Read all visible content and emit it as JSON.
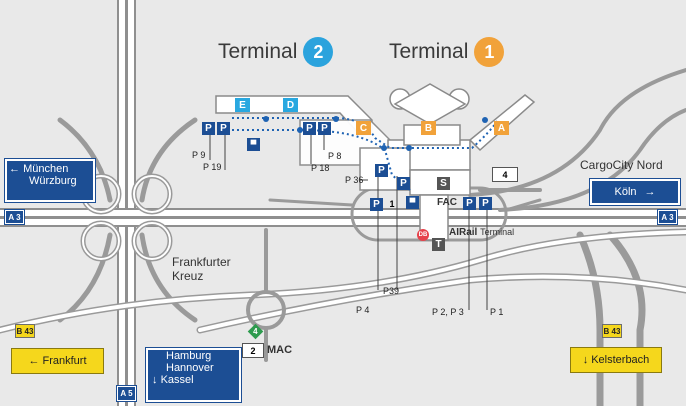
{
  "terminals": [
    {
      "name": "Terminal",
      "number": "2",
      "color": "#2ba3dd"
    },
    {
      "name": "Terminal",
      "number": "1",
      "color": "#f1a23a"
    }
  ],
  "gates": {
    "E": {
      "label": "E",
      "color": "#29a8e0"
    },
    "D": {
      "label": "D",
      "color": "#29a8e0"
    },
    "C": {
      "label": "C",
      "color": "#f1a23a"
    },
    "B": {
      "label": "B",
      "color": "#f1a23a"
    },
    "A": {
      "label": "A",
      "color": "#f1a23a"
    }
  },
  "parking": {
    "symbol": "P",
    "labels": {
      "p9": "P 9",
      "p19": "P 19",
      "p8": "P 8",
      "p18": "P 18",
      "p36": "P 36",
      "p39": "P39",
      "p4": "P 4",
      "p2p3": "P 2, P 3",
      "p1": "P 1"
    },
    "lot_number": "1"
  },
  "places": {
    "cargocity": "CargoCity Nord",
    "kreuz_line1": "Frankfurter",
    "kreuz_line2": "Kreuz",
    "fac": "FAC",
    "airrail": "AIRail",
    "airrail_suffix": "Terminal",
    "mac": "MAC",
    "mac_number": "2",
    "box4": "4",
    "s_symbol": "S",
    "t_symbol": "T",
    "db_symbol": "DB"
  },
  "roads": {
    "a3_left": "A 3",
    "a3_right": "A 3",
    "a5": "A 5",
    "b43_left": "B 43",
    "b43_right": "B 43",
    "exit4": "4"
  },
  "signs": {
    "muenchen_line1": "München",
    "muenchen_line2": "Würzburg",
    "koeln": "Köln",
    "hamburg_line1": "Hamburg",
    "hamburg_line2": "Hannover",
    "hamburg_line3": "Kassel",
    "frankfurt": "Frankfurt",
    "kelsterbach": "Kelsterbach",
    "arrow_left": "←",
    "arrow_right": "→",
    "arrow_down": "↓"
  },
  "colors": {
    "background": "#e9e9e9",
    "road": "#9a9a9a",
    "road_fill": "#ffffff",
    "sign_blue": "#1c4e94",
    "sign_yellow": "#f5d71c",
    "terminal2": "#2ba3dd",
    "terminal1": "#f1a23a",
    "skyline": "#1f63b3"
  }
}
